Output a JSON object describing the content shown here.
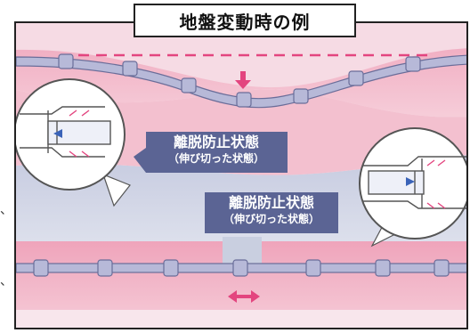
{
  "title": "地盤変動時の例",
  "callout_left": {
    "line1": "離脱防止状態",
    "line2": "（伸び切った状態）"
  },
  "callout_right": {
    "line1": "離脱防止状態",
    "line2": "（伸び切った状態）"
  },
  "side_marks": [
    "、",
    "、"
  ],
  "colors": {
    "ground_pink": "#f2b3c6",
    "ground_light": "#f7e8ee",
    "band_blue": "#c9cfe0",
    "pipe": "#b7b9d8",
    "pipe_outline": "#6a6d99",
    "arrow": "#e3457f",
    "callout_bg": "#5b6494"
  },
  "icons": [
    "down-arrow-icon",
    "double-arrow-icon",
    "pipe-joint-icon"
  ]
}
